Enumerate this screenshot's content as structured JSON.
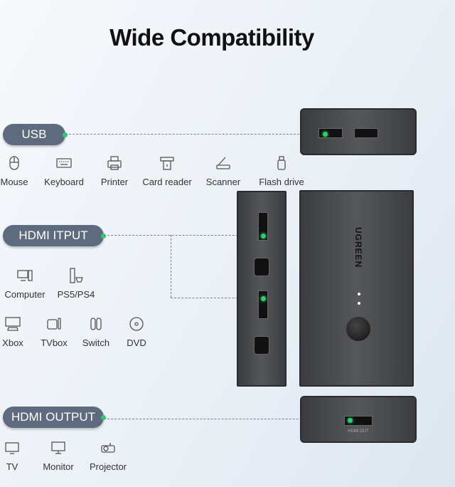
{
  "title": "Wide Compatibility",
  "brand": "UGREEN",
  "usb": {
    "label": "USB",
    "items": [
      {
        "icon": "mouse-icon",
        "label": "Mouse"
      },
      {
        "icon": "keyboard-icon",
        "label": "Keyboard"
      },
      {
        "icon": "printer-icon",
        "label": "Printer"
      },
      {
        "icon": "card-reader-icon",
        "label": "Card reader"
      },
      {
        "icon": "scanner-icon",
        "label": "Scanner"
      },
      {
        "icon": "flash-drive-icon",
        "label": "Flash drive"
      }
    ]
  },
  "hdmi_input": {
    "label": "HDMI ITPUT",
    "items": [
      {
        "icon": "computer-icon",
        "label": "Computer"
      },
      {
        "icon": "playstation-icon",
        "label": "PS5/PS4"
      },
      {
        "icon": "xbox-icon",
        "label": "Xbox"
      },
      {
        "icon": "tvbox-icon",
        "label": "TVbox"
      },
      {
        "icon": "switch-icon",
        "label": "Switch"
      },
      {
        "icon": "dvd-icon",
        "label": "DVD"
      }
    ]
  },
  "hdmi_output": {
    "label": "HDMI OUTPUT",
    "port_label": "HDMI OUT",
    "items": [
      {
        "icon": "tv-icon",
        "label": "TV"
      },
      {
        "icon": "monitor-icon",
        "label": "Monitor"
      },
      {
        "icon": "projector-icon",
        "label": "Projector"
      }
    ]
  },
  "colors": {
    "pill": "#5e6a7e",
    "indicator": "#2ecc71",
    "device": "#47494d"
  }
}
